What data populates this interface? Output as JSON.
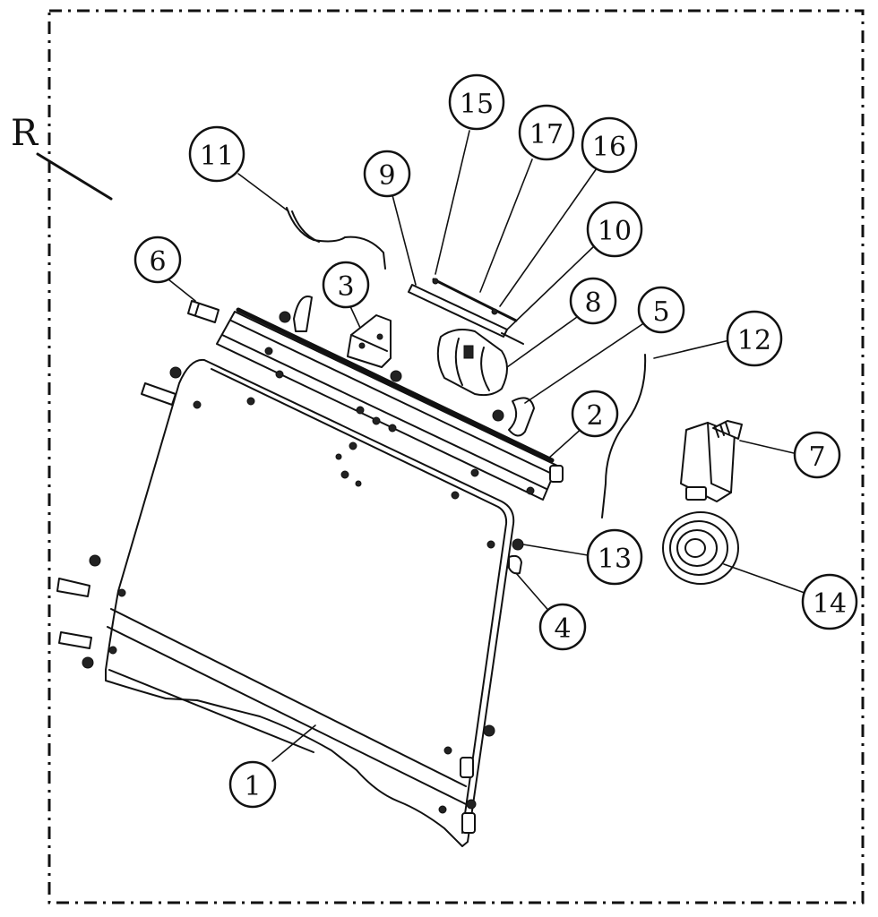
{
  "diagram": {
    "corner_label": "R",
    "callouts": [
      {
        "label": "1"
      },
      {
        "label": "2"
      },
      {
        "label": "3"
      },
      {
        "label": "4"
      },
      {
        "label": "5"
      },
      {
        "label": "6"
      },
      {
        "label": "7"
      },
      {
        "label": "8"
      },
      {
        "label": "9"
      },
      {
        "label": "10"
      },
      {
        "label": "11"
      },
      {
        "label": "12"
      },
      {
        "label": "13"
      },
      {
        "label": "14"
      },
      {
        "label": "15"
      },
      {
        "label": "16"
      },
      {
        "label": "17"
      }
    ]
  }
}
